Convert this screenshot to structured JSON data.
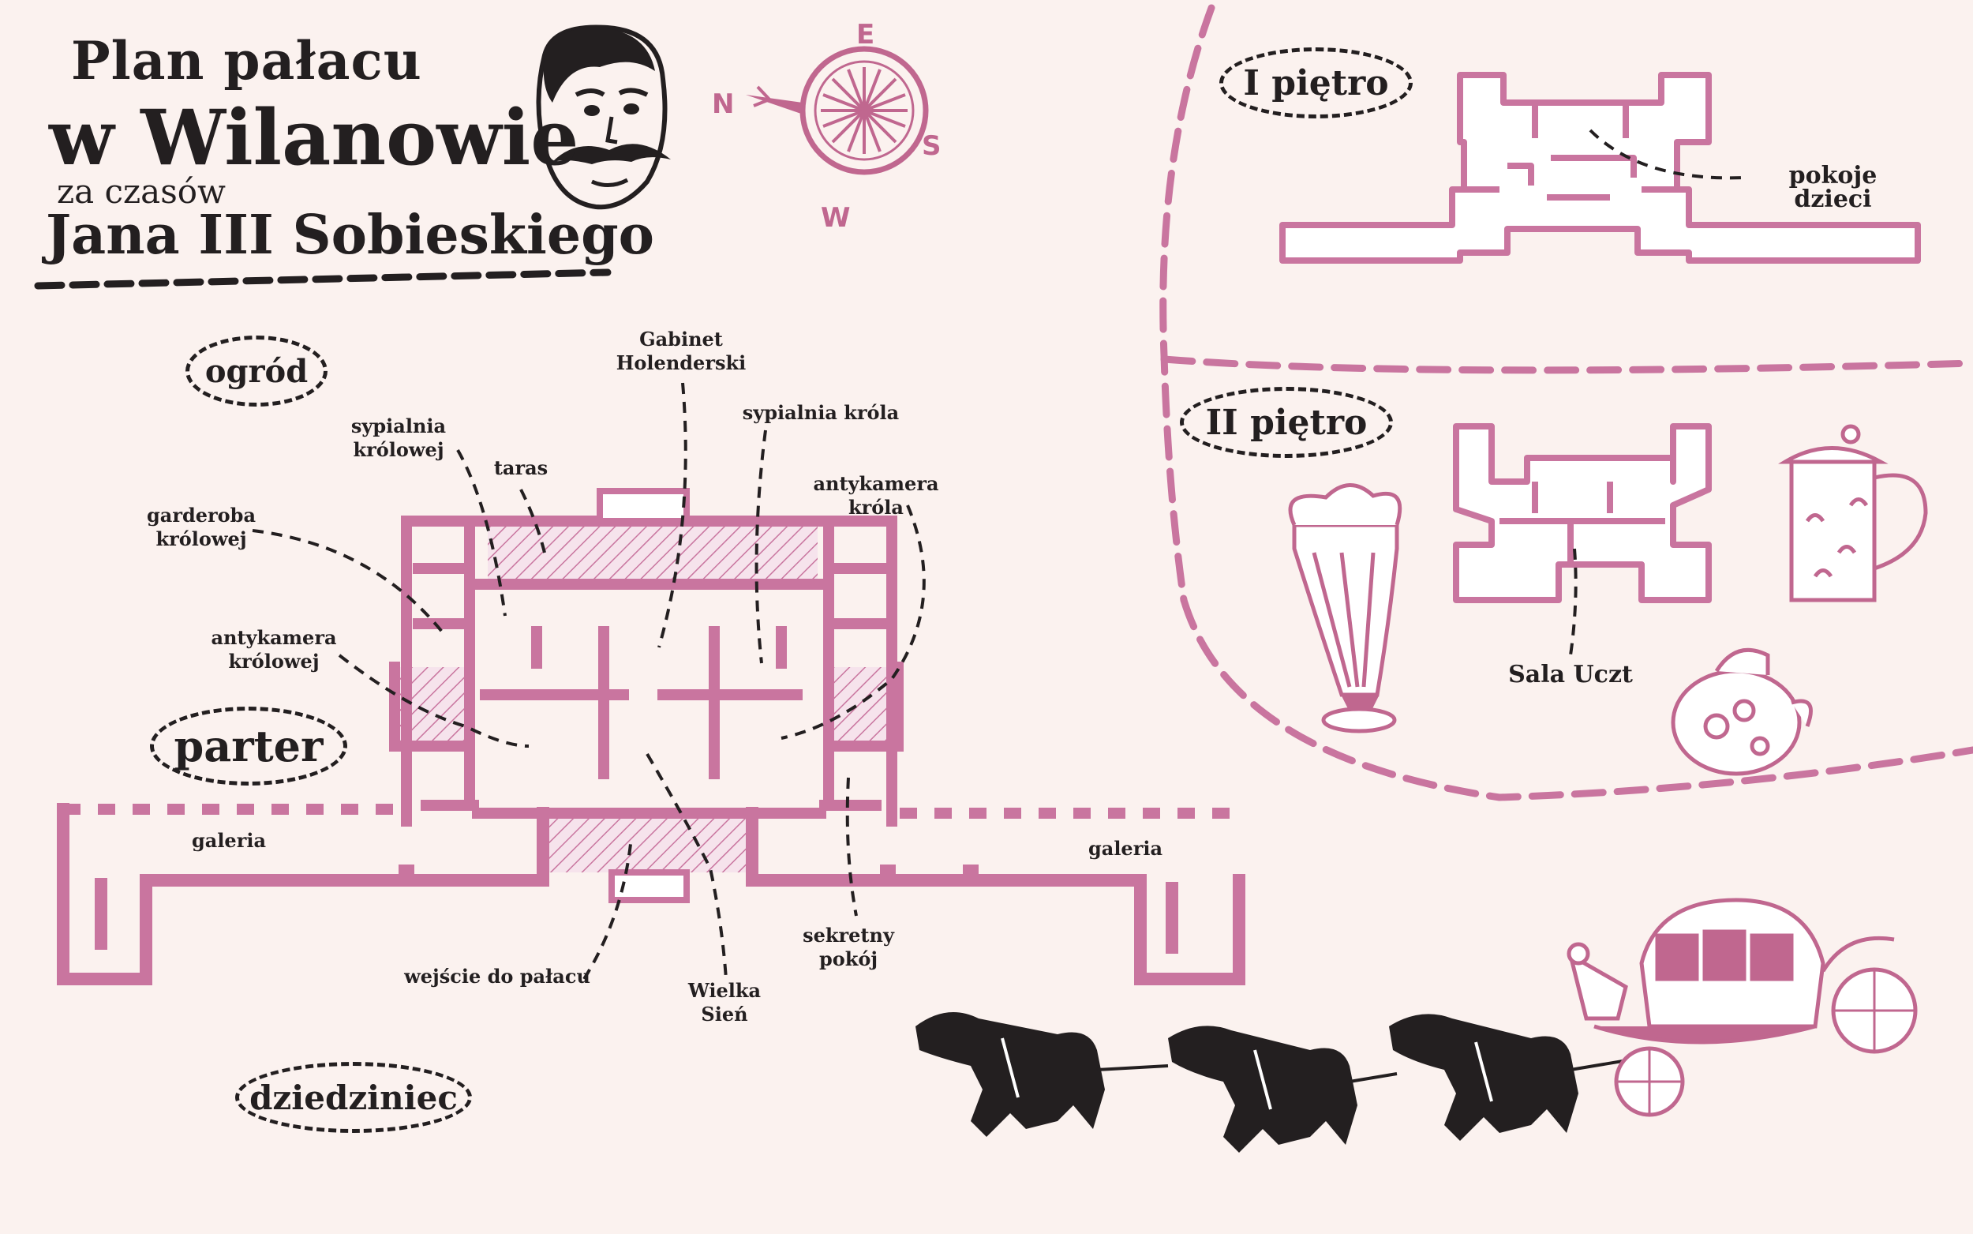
{
  "title": {
    "line1": "Plan pałacu",
    "line2": "w Wilanowie",
    "line3": "za czasów",
    "line4": "Jana III Sobieskiego"
  },
  "compass": {
    "n": "N",
    "e": "E",
    "s": "S",
    "w": "W"
  },
  "zones": {
    "garden": "ogród",
    "ground_floor": "parter",
    "courtyard": "dziedziniec",
    "first_floor": "I piętro",
    "second_floor": "II piętro"
  },
  "rooms": {
    "gabinet": "Gabinet\nHolenderski",
    "sypialnia_krolowej": "sypialnia\nkrólowej",
    "taras": "taras",
    "sypialnia_krola": "sypialnia króla",
    "garderoba": "garderoba\nkrólowej",
    "antykamera_krola": "antykamera\nkróla",
    "antykamera_krolowej": "antykamera\nkrólowej",
    "galeria_left": "galeria",
    "galeria_right": "galeria",
    "sekretny": "sekretny\npokój",
    "wejscie": "wejście do pałacu",
    "wielka_sien": "Wielka\nSień",
    "pokoje_dzieci": "pokoje dzieci",
    "sala_uczt": "Sala Uczt"
  },
  "colors": {
    "background": "#fbf2ef",
    "walls": "#c9759f",
    "ink": "#231f20",
    "accent": "#c0678f"
  }
}
